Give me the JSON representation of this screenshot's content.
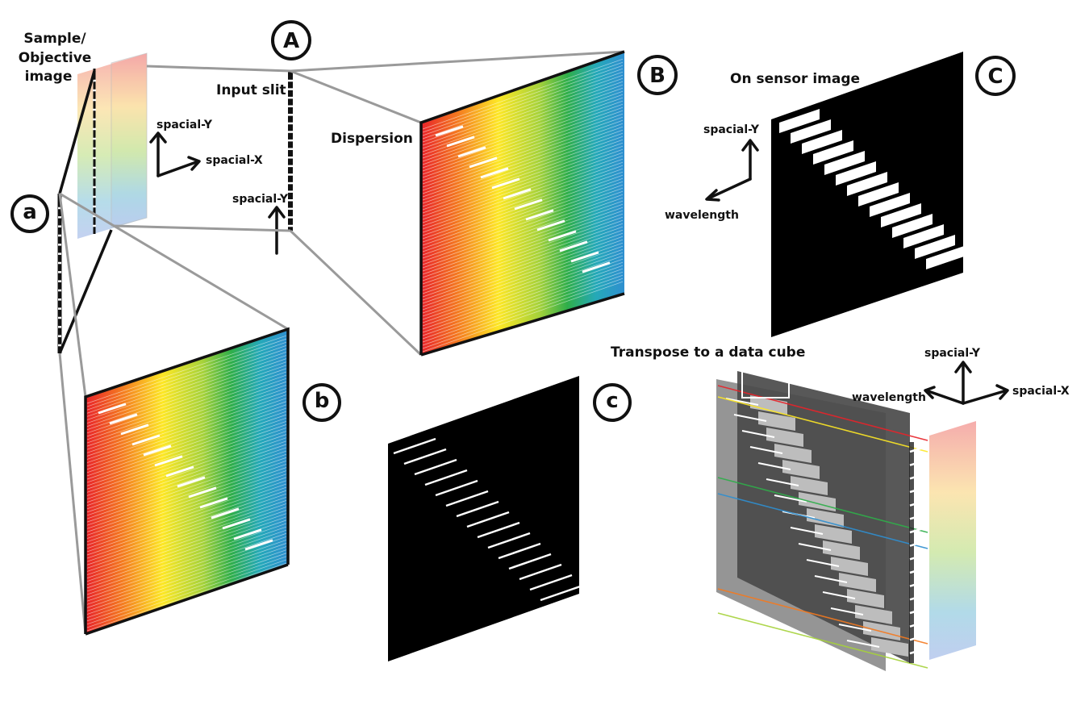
{
  "labels": {
    "sample_line1": "Sample/",
    "sample_line2": "Objective",
    "sample_line3": "image",
    "input_slit": "Input slit",
    "dispersion": "Dispersion",
    "on_sensor": "On sensor image",
    "transpose": "Transpose to a data cube"
  },
  "axes": {
    "spatial_y": "spacial-Y",
    "spatial_x": "spacial-X",
    "wavelength": "wavelength"
  },
  "markers": {
    "A": "A",
    "B": "B",
    "C": "C",
    "a": "a",
    "b": "b",
    "c": "c"
  },
  "colors": {
    "spectrum": [
      "#e8232a",
      "#f47a20",
      "#fde725",
      "#a6d23a",
      "#2fae4a",
      "#25a9b8",
      "#2f8fd0"
    ],
    "sensor_background": "#000000",
    "signal": "#ffffff",
    "connector": "#9a9a9a"
  }
}
